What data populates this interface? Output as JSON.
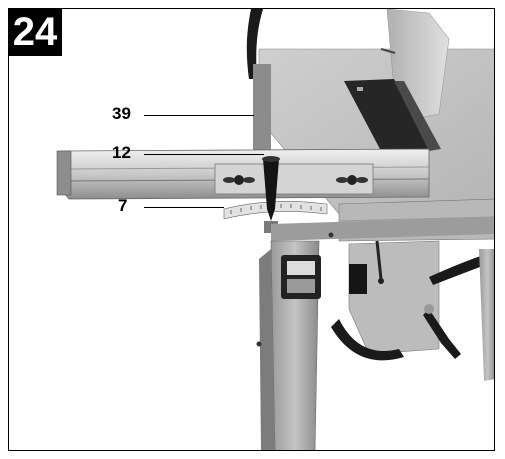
{
  "figure": {
    "number": "24"
  },
  "callouts": [
    {
      "label": "39"
    },
    {
      "label": "12"
    },
    {
      "label": "7"
    }
  ],
  "colors": {
    "metal_light": "#d8d8d8",
    "metal_mid": "#a9a9a9",
    "metal_dark": "#5a5a5a",
    "black": "#111111"
  }
}
